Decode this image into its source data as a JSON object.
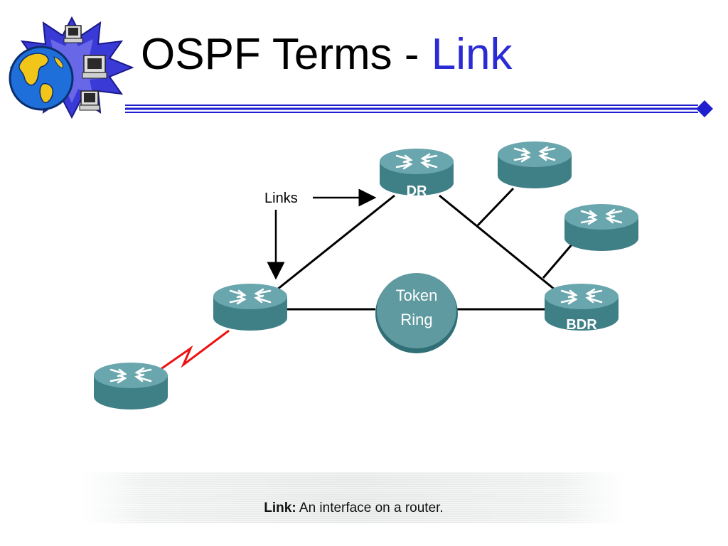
{
  "slide": {
    "title_main": "OSPF Terms - ",
    "title_accent": "Link",
    "accent_color": "#2b2bd4",
    "rule_color": "#1f1fd0"
  },
  "diagram": {
    "links_label": "Links",
    "routers": [
      {
        "id": "dr",
        "label": "DR"
      },
      {
        "id": "top-right",
        "label": ""
      },
      {
        "id": "right",
        "label": ""
      },
      {
        "id": "left",
        "label": ""
      },
      {
        "id": "bdr",
        "label": "BDR"
      },
      {
        "id": "remote",
        "label": ""
      }
    ],
    "token_ring": {
      "line1": "Token",
      "line2": "Ring"
    },
    "router_color": "#4f8f96",
    "serial_link_color": "#ee1111"
  },
  "caption": {
    "term": "Link:",
    "definition": " An interface on a router."
  }
}
